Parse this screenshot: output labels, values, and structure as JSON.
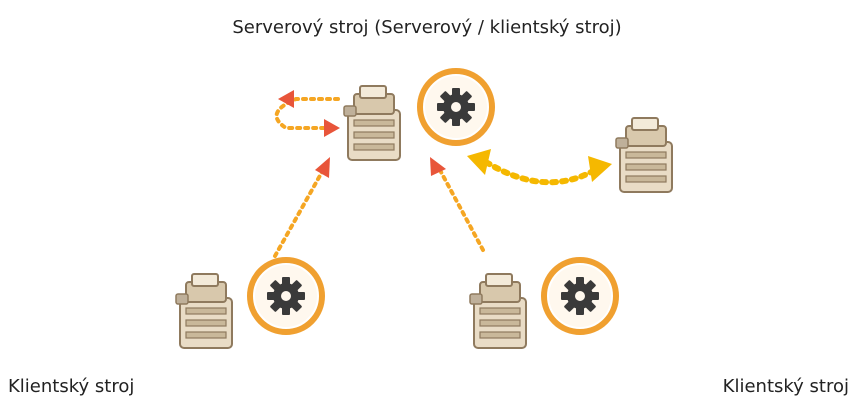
{
  "diagram": {
    "server_label": "Serverový stroj (Serverový / klientský stroj)",
    "client_left_label": "Klientský stroj",
    "client_right_label": "Klientský stroj",
    "colors": {
      "accent_red": "#e8553a",
      "accent_yellow": "#f5b800",
      "dot_orange": "#f5a623",
      "gear_ring": "#f0a030",
      "gear_dark": "#3a3a3a",
      "printer_body": "#e9dcc6",
      "printer_shadow": "#c9b89a"
    },
    "icons": [
      "printer-icon",
      "gear-icon"
    ]
  }
}
